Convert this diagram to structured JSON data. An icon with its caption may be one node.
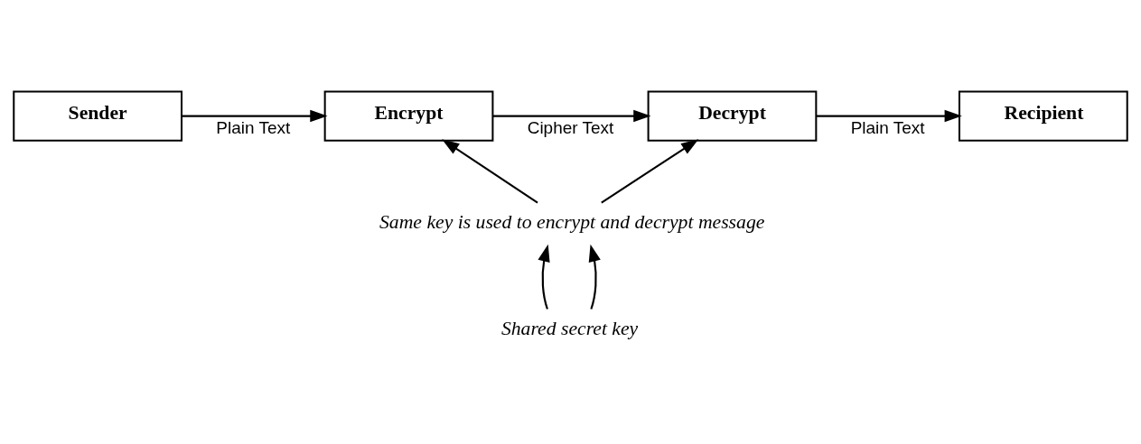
{
  "diagram": {
    "nodes": [
      {
        "text": [
          "Sender"
        ]
      },
      {
        "text": [
          "Encrypt"
        ]
      },
      {
        "text": [
          "Decrypt"
        ]
      },
      {
        "text": [
          "Recipient"
        ]
      },
      {
        "text": [
          "Same key is used to encrypt and decrypt message"
        ]
      },
      {
        "text": [
          "Shared secret key"
        ]
      }
    ],
    "edges": [
      {
        "from": 0,
        "to": 1,
        "arrow": "to",
        "label": "Plain Text"
      },
      {
        "from": 1,
        "to": 2,
        "arrow": "to",
        "label": "Cipher Text"
      },
      {
        "from": 2,
        "to": 3,
        "arrow": "to",
        "label": "Plain Text"
      },
      {
        "from": 4,
        "to": 1,
        "arrow": "to"
      },
      {
        "from": 4,
        "to": 2,
        "arrow": "to"
      },
      {
        "from": 5,
        "to": 4,
        "arrow": "to"
      },
      {
        "from": 5,
        "to": 4,
        "arrow": "to"
      }
    ]
  }
}
